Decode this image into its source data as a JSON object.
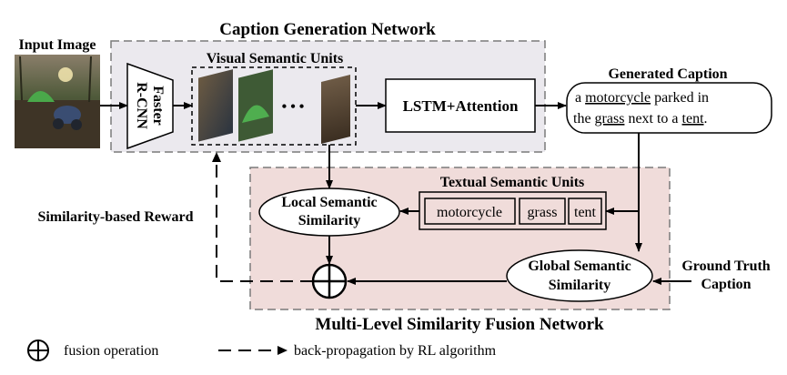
{
  "labels": {
    "input_image": "Input Image",
    "caption_network": "Caption Generation Network",
    "visual_units": "Visual Semantic Units",
    "faster_rcnn_line1": "Faster",
    "faster_rcnn_line2": "R-CNN",
    "ellipsis": "•  •  •",
    "lstm": "LSTM+Attention",
    "generated_caption": "Generated Caption",
    "textual_units": "Textual Semantic Units",
    "local_sim_line1": "Local Semantic",
    "local_sim_line2": "Similarity",
    "global_sim_line1": "Global Semantic",
    "global_sim_line2": "Similarity",
    "reward": "Similarity-based Reward",
    "ground_truth_line1": "Ground Truth",
    "ground_truth_line2": "Caption",
    "fusion_network": "Multi-Level Similarity Fusion Network"
  },
  "caption": {
    "line1": [
      "a ",
      "motorcycle",
      " parked in"
    ],
    "line2": [
      "the ",
      "grass",
      " next to a ",
      "tent",
      "."
    ]
  },
  "textual_units": [
    "motorcycle",
    "grass",
    "tent"
  ],
  "legend": {
    "fusion": "fusion operation",
    "backprop": "back-propagation by RL algorithm"
  },
  "colors": {
    "caption_region_fill": "#ebe9ee",
    "fusion_region_fill": "#f0dcda",
    "region_border": "#7a7a7a"
  }
}
